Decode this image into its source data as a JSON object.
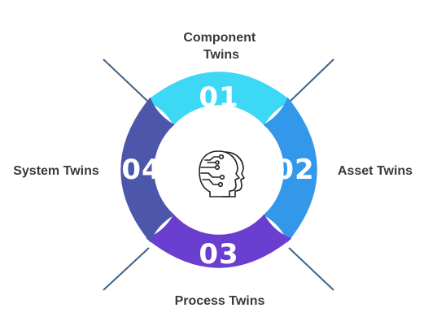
{
  "segments": [
    {
      "number": "01",
      "label_lines": [
        "Component",
        "Twins"
      ],
      "color": "#3dd8f5"
    },
    {
      "number": "02",
      "label_lines": [
        "Asset Twins"
      ],
      "color": "#3498ea"
    },
    {
      "number": "03",
      "label_lines": [
        "Process Twins"
      ],
      "color": "#6a3fcf"
    },
    {
      "number": "04",
      "label_lines": [
        "System Twins"
      ],
      "color": "#4c57ac"
    }
  ],
  "center_icon": "ai-head-icon",
  "line_color": "#3f6384",
  "text_color": "#3a3a3a"
}
